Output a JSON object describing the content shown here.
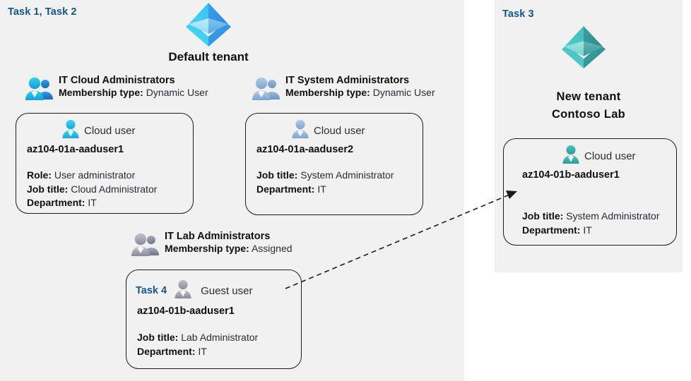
{
  "panels": {
    "left": {
      "task_tag": "Task 1, Task 2"
    },
    "right": {
      "task_tag": "Task 3"
    }
  },
  "tenants": [
    {
      "id": "default-tenant",
      "icon": "azure-ad-tenant-icon",
      "title": "Default tenant",
      "color": "#2f9ae8"
    },
    {
      "id": "new-tenant",
      "icon": "azure-ad-tenant-icon",
      "title_line1": "New  tenant",
      "title_line2": "Contoso Lab",
      "color": "#3fb5b0"
    }
  ],
  "groups": [
    {
      "id": "it-cloud-administrators",
      "icon": "group-users-icon",
      "name": "IT Cloud Administrators",
      "membership_label": "Membership type:",
      "membership_value": "Dynamic User"
    },
    {
      "id": "it-system-administrators",
      "icon": "group-users-icon",
      "name": "IT System Administrators",
      "membership_label": "Membership type:",
      "membership_value": "Dynamic User"
    },
    {
      "id": "it-lab-administrators",
      "icon": "group-users-icon",
      "name": "IT Lab Administrators",
      "membership_label": "Membership type:",
      "membership_value": "Assigned"
    }
  ],
  "cards": [
    {
      "id": "az104-01a-aaduser1",
      "task_tag": "",
      "user_icon": "cloud-user-icon",
      "user_type": "Cloud user",
      "name": "az104-01a-aaduser1",
      "attrs": [
        {
          "label": "Role:",
          "value": "User administrator"
        },
        {
          "label": "Job title:",
          "value": "Cloud Administrator"
        },
        {
          "label": "Department:",
          "value": "IT"
        }
      ]
    },
    {
      "id": "az104-01a-aaduser2",
      "task_tag": "",
      "user_icon": "cloud-user-icon",
      "user_type": "Cloud user",
      "name": "az104-01a-aaduser2",
      "attrs": [
        {
          "label": "Job title:",
          "value": "System Administrator"
        },
        {
          "label": "Department:",
          "value": "IT"
        }
      ]
    },
    {
      "id": "az104-01b-aaduser1-guest",
      "task_tag": "Task 4",
      "user_icon": "guest-user-icon",
      "user_type": "Guest user",
      "name": "az104-01b-aaduser1",
      "attrs": [
        {
          "label": "Job title:",
          "value": "Lab Administrator"
        },
        {
          "label": "Department:",
          "value": "IT"
        }
      ]
    },
    {
      "id": "az104-01b-aaduser1-cloud",
      "task_tag": "",
      "user_icon": "cloud-user-icon",
      "user_type": "Cloud user",
      "name": "az104-01b-aaduser1",
      "attrs": [
        {
          "label": "Job title:",
          "value": "System Administrator"
        },
        {
          "label": "Department:",
          "value": "IT"
        }
      ]
    }
  ],
  "connector": {
    "id": "invite-guest-arrow",
    "style": "dashed-arrow"
  },
  "colors": {
    "panel_background": "#f1f1f1",
    "task_tag": "#12558c",
    "card_border": "#1b1b1b",
    "value_text": "#2b2b35",
    "label_text": "#0f0f0f",
    "tenant_blue": "#2f9ae8",
    "tenant_teal": "#3fb5b0",
    "user_cyan": "#29bde8",
    "user_steel": "#8fb0d4",
    "user_gray": "#9a9aa8",
    "user_teal": "#3fb0ae"
  }
}
